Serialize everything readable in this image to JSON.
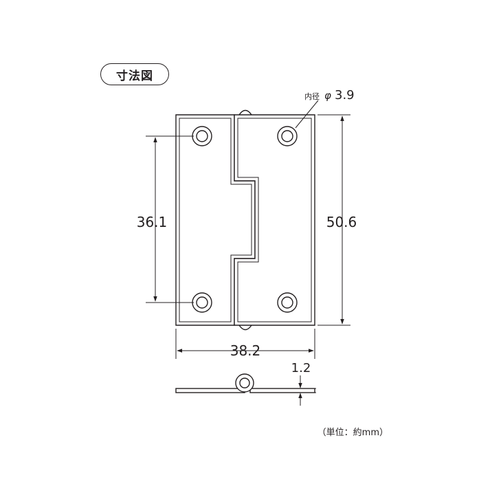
{
  "title": "寸法図",
  "dimensions": {
    "hole_spacing": "36.1",
    "height": "50.6",
    "width": "38.2",
    "thickness": "1.2",
    "hole_label_prefix": "内径",
    "hole_label_symbol": "φ",
    "hole_diameter": "3.9"
  },
  "unit_note": "（単位：約mm）",
  "colors": {
    "line": "#231f20",
    "background": "#ffffff"
  }
}
